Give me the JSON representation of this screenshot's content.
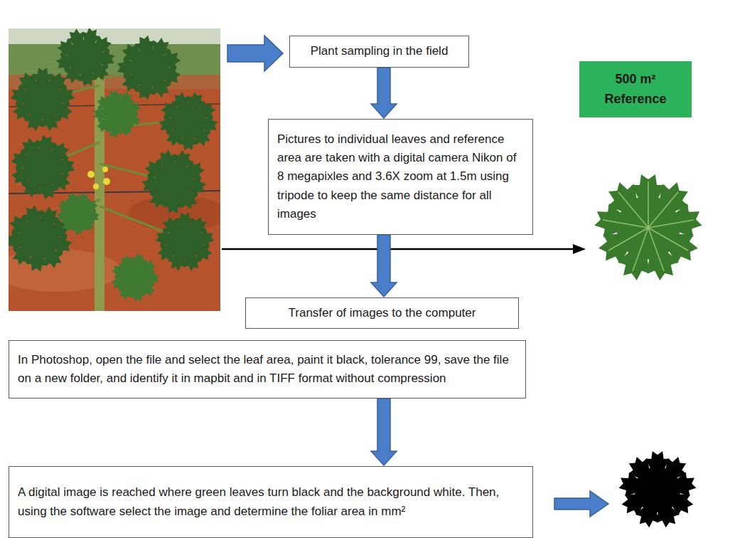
{
  "diagram": {
    "nodes": [
      {
        "text": [
          "Plant sampling in the field"
        ]
      },
      {
        "text": [
          "500 m² Reference"
        ]
      },
      {
        "text": [
          "Pictures to individual leaves and reference area are taken with a digital camera Nikon of 8 megapixles and 3.6X zoom at 1.5m using tripode to keep the same distance for all images"
        ]
      },
      {
        "text": [
          "Transfer of images to the computer"
        ]
      },
      {
        "text": [
          "In Photoshop, open the file and select the leaf area, paint it black, tolerance 99, save the file on a new folder, and identify it in mapbit and in TIFF format without compression"
        ]
      },
      {
        "text": [
          "A digital image is reached where green leaves turn black and the background white. Then, using the software select the image and determine the foliar area in mm²"
        ]
      }
    ],
    "edges": [
      {
        "from": 0,
        "to": 2,
        "arrow": "to"
      },
      {
        "from": 2,
        "to": 3,
        "arrow": "to"
      },
      {
        "from": 4,
        "to": 5,
        "arrow": "to"
      }
    ]
  }
}
